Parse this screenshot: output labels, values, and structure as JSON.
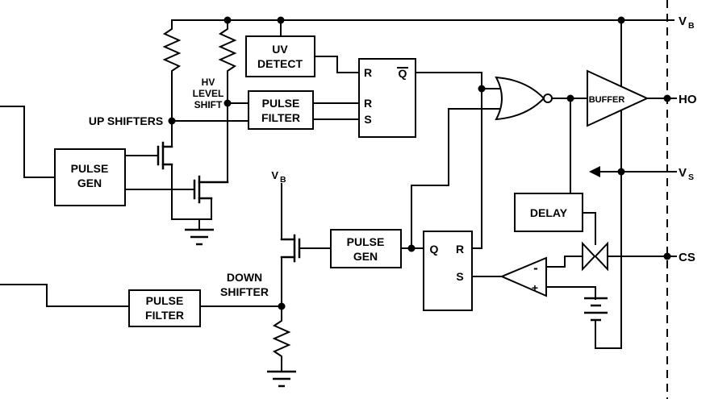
{
  "colors": {
    "line": "#000000",
    "background": "#ffffff"
  },
  "annotations": {
    "up_shifters": "UP SHIFTERS",
    "hv_level_shift": [
      "HV",
      "LEVEL",
      "SHIFT"
    ],
    "down_shifter": [
      "DOWN",
      "SHIFTER"
    ]
  },
  "blocks": {
    "pulse_gen_left": [
      "PULSE",
      "GEN"
    ],
    "uv_detect": [
      "UV",
      "DETECT"
    ],
    "pulse_filter_top": [
      "PULSE",
      "FILTER"
    ],
    "pulse_gen_right": [
      "PULSE",
      "GEN"
    ],
    "pulse_filter_bottom": [
      "PULSE",
      "FILTER"
    ],
    "delay": "DELAY",
    "buffer": "BUFFER"
  },
  "latch_top": {
    "r1": "R",
    "qbar": "Q",
    "r2": "R",
    "s": "S"
  },
  "latch_fault": {
    "q": "Q",
    "r": "R",
    "s": "S"
  },
  "comparator": {
    "minus": "-",
    "plus": "+"
  },
  "supply_mid": {
    "main": "V",
    "sub": "B"
  },
  "pins": {
    "vb": {
      "main": "V",
      "sub": "B"
    },
    "ho": "HO",
    "vs": {
      "main": "V",
      "sub": "S"
    },
    "cs": "CS"
  }
}
